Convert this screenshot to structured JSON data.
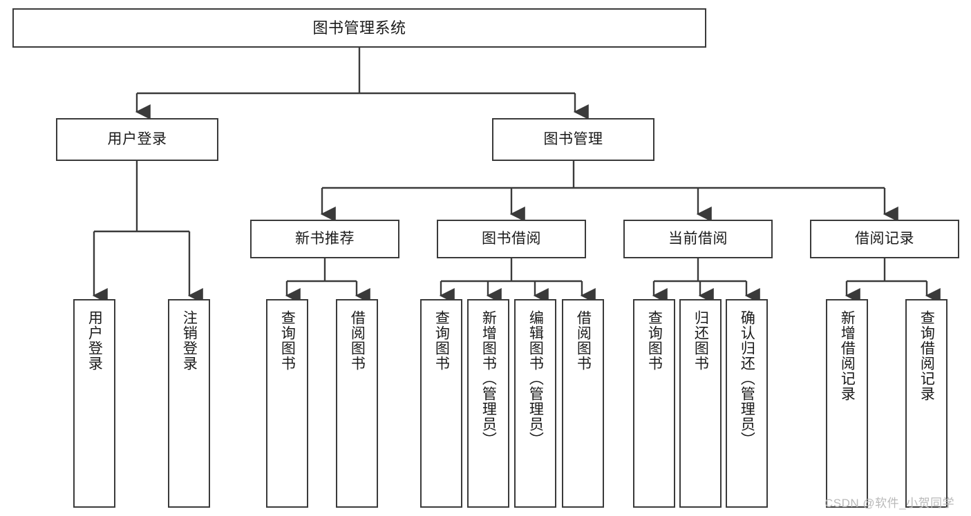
{
  "diagram": {
    "title": "图书管理系统",
    "type": "tree",
    "stroke_color": "#3a3a3a",
    "text_color": "#1a1a1a",
    "background": "#ffffff"
  },
  "nodes": {
    "root": {
      "label": "图书管理系统"
    },
    "level2": [
      {
        "id": "user-login",
        "label": "用户登录"
      },
      {
        "id": "book-management",
        "label": "图书管理"
      }
    ],
    "level3": [
      {
        "id": "new-book-recommend",
        "label": "新书推荐"
      },
      {
        "id": "book-borrow",
        "label": "图书借阅"
      },
      {
        "id": "current-borrow",
        "label": "当前借阅"
      },
      {
        "id": "borrow-record",
        "label": "借阅记录"
      }
    ],
    "leaves": {
      "user_login": [
        {
          "id": "leaf-user-login",
          "label": "用户登录"
        },
        {
          "id": "leaf-logout-login",
          "label": "注销登录"
        }
      ],
      "new_book_recommend": [
        {
          "id": "leaf-query-book-1",
          "label": "查询图书"
        },
        {
          "id": "leaf-borrow-book-1",
          "label": "借阅图书"
        }
      ],
      "book_borrow": [
        {
          "id": "leaf-query-book-2",
          "label": "查询图书"
        },
        {
          "id": "leaf-add-book",
          "label": "新增图书（管理员）"
        },
        {
          "id": "leaf-edit-book",
          "label": "编辑图书（管理员）"
        },
        {
          "id": "leaf-borrow-book-2",
          "label": "借阅图书"
        }
      ],
      "current_borrow": [
        {
          "id": "leaf-query-book-3",
          "label": "查询图书"
        },
        {
          "id": "leaf-return-book",
          "label": "归还图书"
        },
        {
          "id": "leaf-confirm-return",
          "label": "确认归还（管理员）"
        }
      ],
      "borrow_record": [
        {
          "id": "leaf-add-record",
          "label": "新增借阅记录"
        },
        {
          "id": "leaf-query-record",
          "label": "查询借阅记录"
        }
      ]
    }
  },
  "watermark": {
    "text": "CSDN @软件_小贺同学"
  }
}
